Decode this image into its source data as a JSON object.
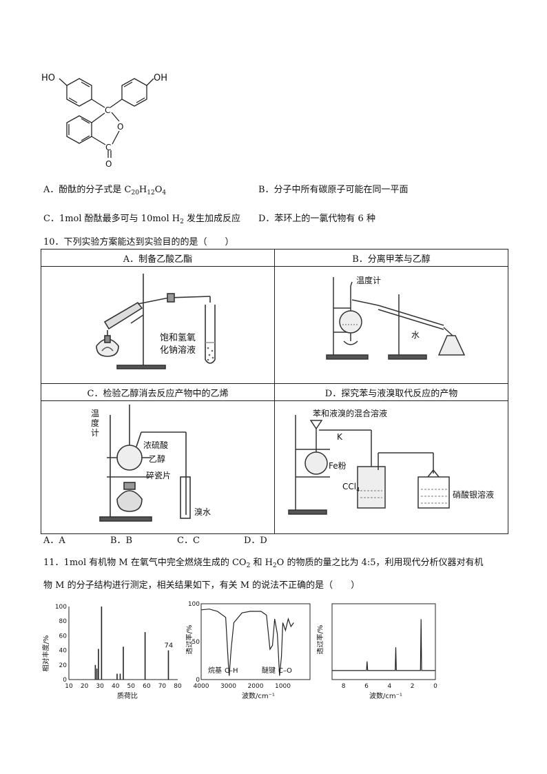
{
  "structure": {
    "ho_left": "HO",
    "ho_right": "OH",
    "c_center": "C",
    "o_ring": "O",
    "c_carbonyl": "C",
    "o_double": "O"
  },
  "q9": {
    "a": "A．酚酞的分子式是 C",
    "a_sub1": "20",
    "a_h": "H",
    "a_sub2": "12",
    "a_o": "O",
    "a_sub3": "4",
    "b": "B．分子中所有碳原子可能在同一平面",
    "c_pre": "C．1mol 酚酞最多可与 10mol H",
    "c_sub": "2",
    "c_post": " 发生加成反应",
    "d": "D．苯环上的一氯代物有 6 种"
  },
  "q10": {
    "stem": "10．下列实验方案能达到实验目的的是（　　）",
    "headers": {
      "a": "A．制备乙酸乙酯",
      "b": "B．分离甲苯与乙醇",
      "c": "C．检验乙醇消去反应产物中的乙烯",
      "d": "D．探究苯与液溴取代反应的产物"
    },
    "labels_a": {
      "solution1": "饱和氢氧",
      "solution2": "化钠溶液"
    },
    "labels_b": {
      "thermometer": "温度计",
      "water": "水"
    },
    "labels_c": {
      "temp1": "温",
      "temp2": "度",
      "temp3": "计",
      "acid": "浓硫酸",
      "ethanol": "乙醇",
      "chips": "碎瓷片",
      "bromine": "溴水"
    },
    "labels_d": {
      "mix": "苯和液溴的混合溶液",
      "k": "K",
      "fe": "Fe粉",
      "ccl": "CCl",
      "ccl_sub": "4",
      "agno3": "硝酸银溶液"
    },
    "options": {
      "a": "A．A",
      "b": "B．B",
      "c": "C．C",
      "d": "D．D"
    }
  },
  "q11": {
    "line1_a": "11．1mol 有机物 M 在氧气中完全燃烧生成的 CO",
    "line1_sub1": "2",
    "line1_b": " 和 H",
    "line1_sub2": "2",
    "line1_c": "O 的物质的量之比为 4:5，利用现代分析仪器对有机",
    "line2": "物 M 的分子结构进行测定，相关结果如下，有关 M 的说法不正确的是（　　）"
  },
  "charts": {
    "ms": {
      "ylabel": "相对丰度/%",
      "xlabel": "质荷比",
      "peak_label": "74"
    },
    "ir": {
      "ylabel": "透过率/%",
      "xlabel": "波数/cm⁻¹",
      "ann1": "烷基",
      "ann2": "C–H",
      "ann3": "醚键",
      "ann4": "C–O"
    },
    "nmr": {
      "ylabel": "透过率/%",
      "xlabel": "波数/cm⁻¹"
    }
  },
  "chart_data": [
    {
      "type": "bar",
      "title": "",
      "xlabel": "质荷比",
      "ylabel": "相对丰度/%",
      "xlim": [
        10,
        80
      ],
      "ylim": [
        0,
        100
      ],
      "x_ticks": [
        "10",
        "20",
        "30",
        "40",
        "50",
        "60",
        "70",
        "80"
      ],
      "y_ticks": [
        "0",
        "20",
        "40",
        "60",
        "80",
        "100"
      ],
      "x": [
        27,
        28,
        29,
        31,
        41,
        43,
        45,
        59,
        74
      ],
      "values": [
        20,
        15,
        42,
        100,
        8,
        8,
        45,
        65,
        40
      ],
      "annotations": [
        "74"
      ]
    },
    {
      "type": "line",
      "title": "",
      "xlabel": "波数/cm⁻¹",
      "ylabel": "透过率/%",
      "xlim": [
        4000,
        0
      ],
      "ylim": [
        0,
        100
      ],
      "x_ticks": [
        "4000",
        "3000",
        "2000",
        "1000"
      ],
      "y_ticks": [
        "0",
        "50",
        "100"
      ],
      "x": [
        4000,
        3700,
        3400,
        3100,
        3000,
        2970,
        2900,
        2800,
        2500,
        2200,
        1800,
        1600,
        1470,
        1380,
        1300,
        1200,
        1120,
        1050,
        1000,
        900,
        800,
        700,
        600
      ],
      "y": [
        92,
        93,
        90,
        82,
        20,
        5,
        40,
        75,
        88,
        90,
        90,
        85,
        40,
        45,
        80,
        60,
        5,
        30,
        75,
        65,
        80,
        70,
        75
      ],
      "annotations": [
        "烷基",
        "C–H",
        "醚键",
        "C–O"
      ]
    },
    {
      "type": "line",
      "title": "",
      "xlabel": "波数/cm⁻¹",
      "ylabel": "透过率/%",
      "xlim": [
        9,
        0
      ],
      "x_ticks": [
        "8",
        "6",
        "4",
        "2",
        "0"
      ],
      "x": [
        9,
        6.0,
        5.95,
        5.9,
        3.5,
        3.45,
        3.4,
        1.3,
        1.25,
        1.2,
        0
      ],
      "y": [
        5,
        5,
        18,
        5,
        5,
        38,
        5,
        5,
        78,
        5,
        5
      ]
    }
  ]
}
